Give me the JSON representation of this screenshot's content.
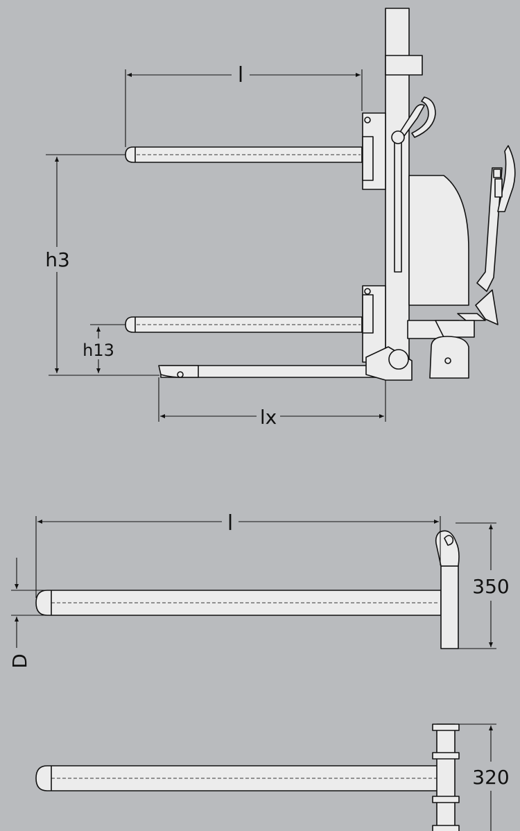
{
  "colors": {
    "background": "#b9bbbe",
    "part_fill": "#ececec",
    "line": "#111111"
  },
  "top_view": {
    "label_l": "l",
    "label_h3": "h3",
    "label_h13": "h13",
    "label_lx": "lx"
  },
  "fork_view": {
    "label_l": "l",
    "label_d": "D",
    "label_height": "350"
  },
  "clamp_view": {
    "label_height": "320"
  }
}
